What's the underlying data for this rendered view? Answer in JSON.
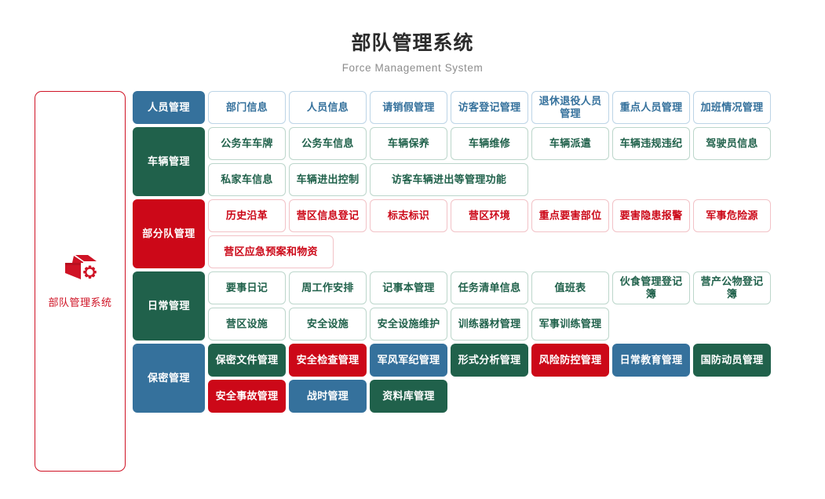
{
  "header": {
    "title": "部队管理系统",
    "subtitle": "Force Management System"
  },
  "sidebar": {
    "icon": "box-gear-icon",
    "label": "部队管理系统",
    "accent": "#cf1325"
  },
  "colors": {
    "blue": "#35719c",
    "green": "#20614b",
    "red": "#cc0818",
    "title": "#2b2b2b",
    "subtitle": "#8d8d8d"
  },
  "groups": [
    {
      "category": "人员管理",
      "style": "blue",
      "rows": [
        [
          {
            "label": "部门信息",
            "style": "o-blue",
            "span": 1
          },
          {
            "label": "人员信息",
            "style": "o-blue",
            "span": 1
          },
          {
            "label": "请销假管理",
            "style": "o-blue",
            "span": 1
          },
          {
            "label": "访客登记管理",
            "style": "o-blue",
            "span": 1
          },
          {
            "label": "退休退役人员管理",
            "style": "o-blue",
            "span": 1
          },
          {
            "label": "重点人员管理",
            "style": "o-blue",
            "span": 1
          },
          {
            "label": "加班情况管理",
            "style": "o-blue",
            "span": 1
          }
        ]
      ]
    },
    {
      "category": "车辆管理",
      "style": "green",
      "rows": [
        [
          {
            "label": "公务车车牌",
            "style": "o-green",
            "span": 1
          },
          {
            "label": "公务车信息",
            "style": "o-green",
            "span": 1
          },
          {
            "label": "车辆保养",
            "style": "o-green",
            "span": 1
          },
          {
            "label": "车辆维修",
            "style": "o-green",
            "span": 1
          },
          {
            "label": "车辆派遣",
            "style": "o-green",
            "span": 1
          },
          {
            "label": "车辆违规违纪",
            "style": "o-green",
            "span": 1
          },
          {
            "label": "驾驶员信息",
            "style": "o-green",
            "span": 1
          }
        ],
        [
          {
            "label": "私家车信息",
            "style": "o-green",
            "span": 1
          },
          {
            "label": "车辆进出控制",
            "style": "o-green",
            "span": 1
          },
          {
            "label": "访客车辆进出等管理功能",
            "style": "o-green",
            "span": 2
          }
        ]
      ]
    },
    {
      "category": "部分队管理",
      "style": "red",
      "rows": [
        [
          {
            "label": "历史沿革",
            "style": "o-red",
            "span": 1
          },
          {
            "label": "营区信息登记",
            "style": "o-red",
            "span": 1
          },
          {
            "label": "标志标识",
            "style": "o-red",
            "span": 1
          },
          {
            "label": "营区环境",
            "style": "o-red",
            "span": 1
          },
          {
            "label": "重点要害部位",
            "style": "o-red",
            "span": 1
          },
          {
            "label": "要害隐患报警",
            "style": "o-red",
            "span": 1
          },
          {
            "label": "军事危险源",
            "style": "o-red",
            "span": 1
          }
        ],
        [
          {
            "label": "营区应急预案和物资",
            "style": "o-red",
            "span": 1.5
          }
        ]
      ]
    },
    {
      "category": "日常管理",
      "style": "green",
      "rows": [
        [
          {
            "label": "要事日记",
            "style": "o-green",
            "span": 1
          },
          {
            "label": "周工作安排",
            "style": "o-green",
            "span": 1
          },
          {
            "label": "记事本管理",
            "style": "o-green",
            "span": 1
          },
          {
            "label": "任务清单信息",
            "style": "o-green",
            "span": 1
          },
          {
            "label": "值班表",
            "style": "o-green",
            "span": 1
          },
          {
            "label": "伙食管理登记簿",
            "style": "o-green",
            "span": 1
          },
          {
            "label": "营产公物登记簿",
            "style": "o-green",
            "span": 1
          }
        ],
        [
          {
            "label": "营区设施",
            "style": "o-green",
            "span": 1
          },
          {
            "label": "安全设施",
            "style": "o-green",
            "span": 1
          },
          {
            "label": "安全设施维护",
            "style": "o-green",
            "span": 1
          },
          {
            "label": "训练器材管理",
            "style": "o-green",
            "span": 1
          },
          {
            "label": "军事训练管理",
            "style": "o-green",
            "span": 1
          }
        ]
      ]
    },
    {
      "category": "保密管理",
      "style": "blue",
      "rows": [
        [
          {
            "label": "保密文件管理",
            "style": "f-green",
            "span": 1
          },
          {
            "label": "安全检查管理",
            "style": "f-red",
            "span": 1
          },
          {
            "label": "军风军纪管理",
            "style": "f-blue",
            "span": 1
          },
          {
            "label": "形式分析管理",
            "style": "f-green",
            "span": 1
          },
          {
            "label": "风险防控管理",
            "style": "f-red",
            "span": 1
          },
          {
            "label": "日常教育管理",
            "style": "f-blue",
            "span": 1
          },
          {
            "label": "国防动员管理",
            "style": "f-green",
            "span": 1
          }
        ],
        [
          {
            "label": "安全事故管理",
            "style": "f-red",
            "span": 1
          },
          {
            "label": "战时管理",
            "style": "f-blue",
            "span": 1
          },
          {
            "label": "资料库管理",
            "style": "f-green",
            "span": 1
          }
        ]
      ]
    }
  ]
}
